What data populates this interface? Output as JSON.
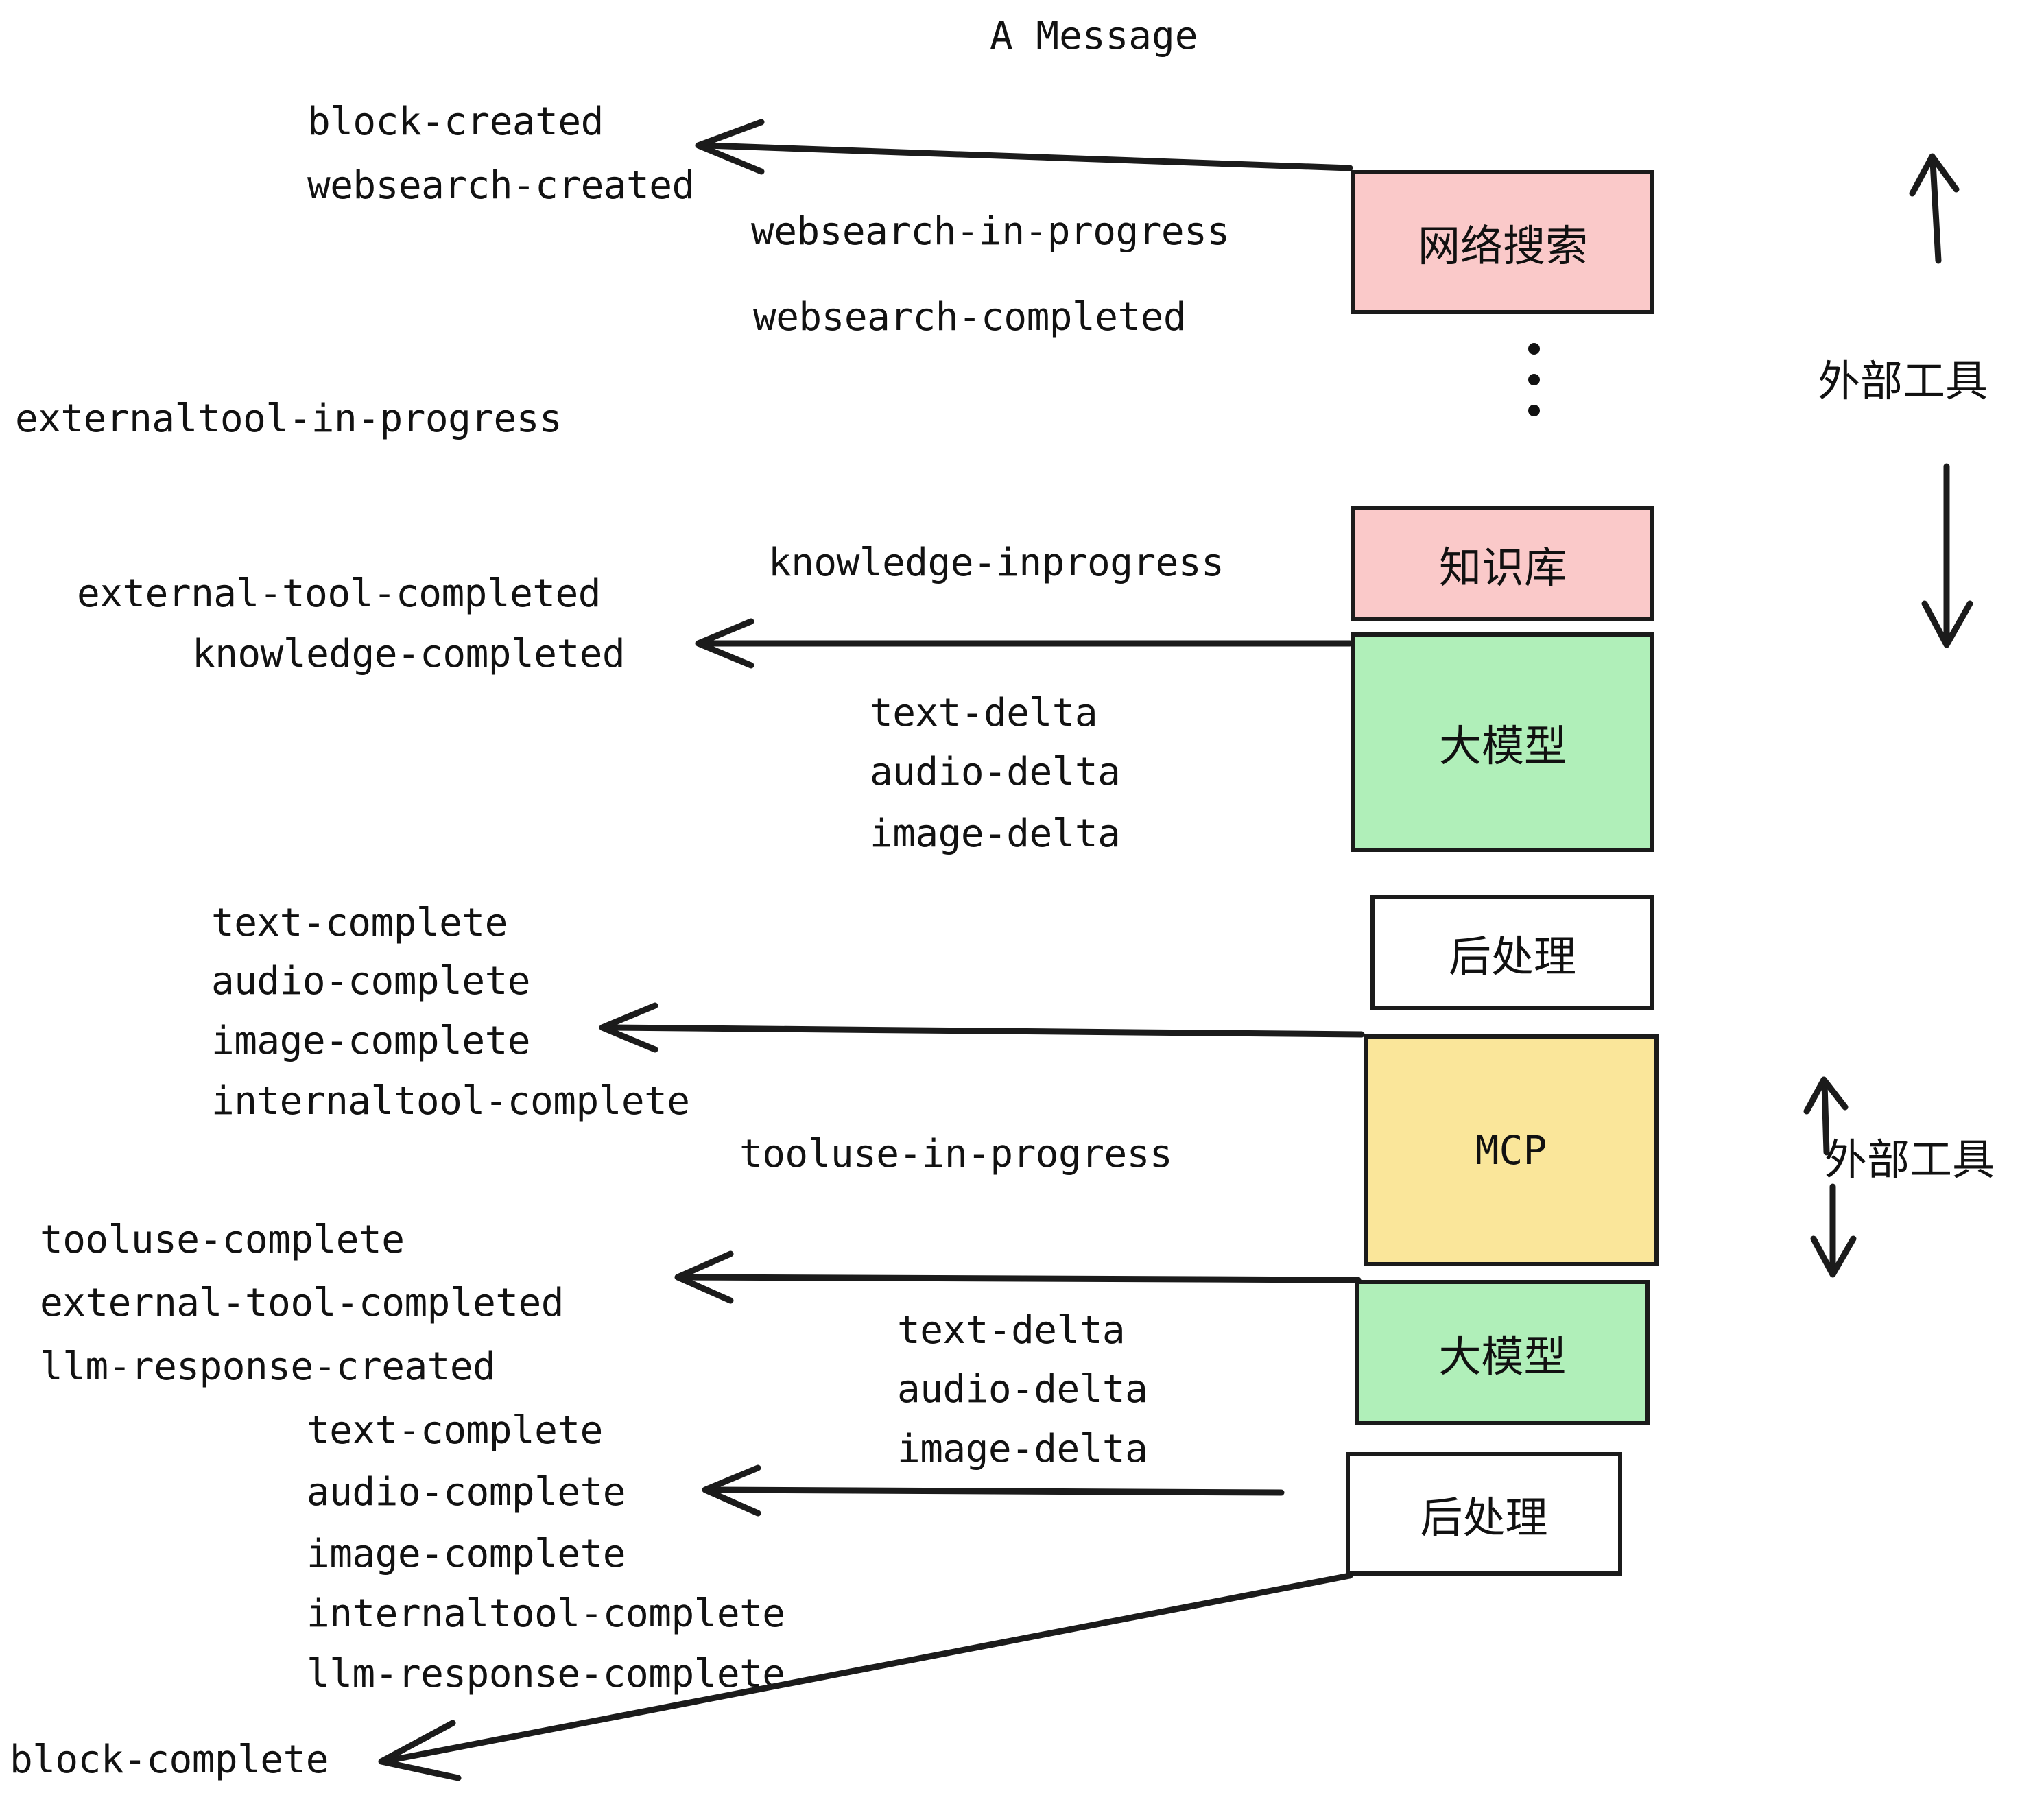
{
  "title": "A Message",
  "colors": {
    "pink": "#fac9c9",
    "green": "#b0efb9",
    "yellow": "#fae69a",
    "white": "#ffffff",
    "stroke": "#1b1b1b",
    "text": "#121212"
  },
  "boxes": [
    {
      "id": "web-search",
      "label": "网络搜索",
      "fill": "#fac9c9",
      "mono": false
    },
    {
      "id": "knowledge-base",
      "label": "知识库",
      "fill": "#fac9c9",
      "mono": false
    },
    {
      "id": "llm-upper",
      "label": "大模型",
      "fill": "#b0efb9",
      "mono": false
    },
    {
      "id": "postprocess-upper",
      "label": "后处理",
      "fill": "#ffffff",
      "mono": false
    },
    {
      "id": "mcp",
      "label": "MCP",
      "fill": "#fae69a",
      "mono": true
    },
    {
      "id": "llm-lower",
      "label": "大模型",
      "fill": "#b0efb9",
      "mono": false
    },
    {
      "id": "postprocess-lower",
      "label": "后处理",
      "fill": "#ffffff",
      "mono": false
    }
  ],
  "side_labels": [
    {
      "id": "external-tools-upper",
      "text": "外部工具"
    },
    {
      "id": "external-tools-lower",
      "text": "外部工具"
    }
  ],
  "events": [
    {
      "id": "block-created",
      "text": "block-created"
    },
    {
      "id": "websearch-created",
      "text": "websearch-created"
    },
    {
      "id": "websearch-in-progress",
      "text": "websearch-in-progress"
    },
    {
      "id": "websearch-completed",
      "text": "websearch-completed"
    },
    {
      "id": "externaltool-in-progress",
      "text": "externaltool-in-progress"
    },
    {
      "id": "knowledge-inprogress",
      "text": "knowledge-inprogress"
    },
    {
      "id": "external-tool-completed-1",
      "text": "external-tool-completed"
    },
    {
      "id": "knowledge-completed",
      "text": "knowledge-completed"
    },
    {
      "id": "text-delta-1",
      "text": "text-delta"
    },
    {
      "id": "audio-delta-1",
      "text": "audio-delta"
    },
    {
      "id": "image-delta-1",
      "text": "image-delta"
    },
    {
      "id": "text-complete-1",
      "text": "text-complete"
    },
    {
      "id": "audio-complete-1",
      "text": "audio-complete"
    },
    {
      "id": "image-complete-1",
      "text": "image-complete"
    },
    {
      "id": "internaltool-complete-1",
      "text": "internaltool-complete"
    },
    {
      "id": "tooluse-in-progress",
      "text": "tooluse-in-progress"
    },
    {
      "id": "tooluse-complete",
      "text": "tooluse-complete"
    },
    {
      "id": "external-tool-completed-2",
      "text": "external-tool-completed"
    },
    {
      "id": "llm-response-created",
      "text": "llm-response-created"
    },
    {
      "id": "text-delta-2",
      "text": "text-delta"
    },
    {
      "id": "audio-delta-2",
      "text": "audio-delta"
    },
    {
      "id": "image-delta-2",
      "text": "image-delta"
    },
    {
      "id": "text-complete-2",
      "text": "text-complete"
    },
    {
      "id": "audio-complete-2",
      "text": "audio-complete"
    },
    {
      "id": "image-complete-2",
      "text": "image-complete"
    },
    {
      "id": "internaltool-complete-2",
      "text": "internaltool-complete"
    },
    {
      "id": "llm-response-complete",
      "text": "llm-response-complete"
    },
    {
      "id": "block-complete",
      "text": "block-complete"
    }
  ]
}
